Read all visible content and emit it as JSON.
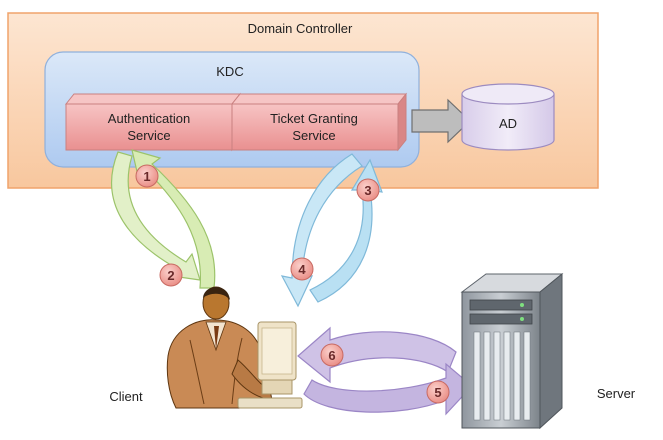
{
  "domain_controller": {
    "label": "Domain Controller"
  },
  "kdc": {
    "label": "KDC"
  },
  "auth_service": {
    "line1": "Authentication",
    "line2": "Service"
  },
  "tgs": {
    "line1": "Ticket Granting",
    "line2": "Service"
  },
  "ad": {
    "label": "AD"
  },
  "client": {
    "label": "Client"
  },
  "server": {
    "label": "Server"
  },
  "steps": [
    "1",
    "2",
    "3",
    "4",
    "5",
    "6"
  ],
  "colors": {
    "domain_controller_fill": "#fbd5b5",
    "domain_controller_border": "#f0a36b",
    "kdc_fill": "#c6d9f1",
    "service_fill": "#f2a9a9",
    "ad_fill": "#e4dcf0",
    "green_arrow": "#d6ebb0",
    "blue_arrow": "#bfe3f4",
    "purple_arrow": "#c8b9e2",
    "step_badge": "#f4a7a0"
  }
}
